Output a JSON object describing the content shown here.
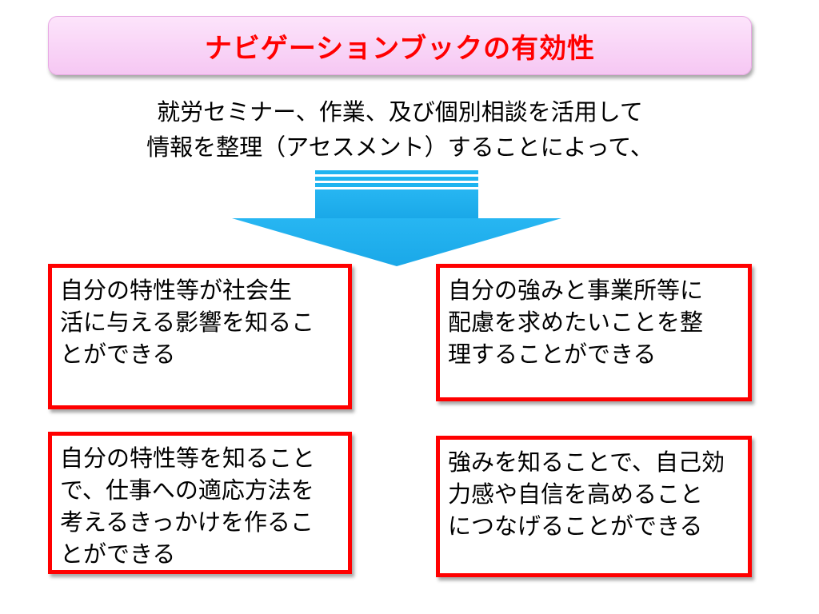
{
  "title": "ナビゲーションブックの有効性",
  "intro": {
    "line1": "就労セミナー、作業、及び個別相談を活用して",
    "line2": "情報を整理（アセスメント）することによって、"
  },
  "cards": [
    {
      "lines": [
        "自分の特性等が社会生",
        "活に与える影響を知るこ",
        "とができる"
      ]
    },
    {
      "lines": [
        "自分の強みと事業所等に",
        "配慮を求めたいことを整",
        "理することができる"
      ]
    },
    {
      "lines": [
        "自分の特性等を知ること",
        "で、仕事への適応方法を",
        "考えるきっかけを作るこ",
        "とができる"
      ]
    },
    {
      "lines": [
        "強みを知ることで、自己効",
        "力感や自信を高めること",
        "につなげることができる"
      ]
    }
  ],
  "colors": {
    "title_text": "#ff0000",
    "title_bg": "#f6c7f3",
    "arrow": "#1fb4f0",
    "card_border": "#ff0000"
  }
}
